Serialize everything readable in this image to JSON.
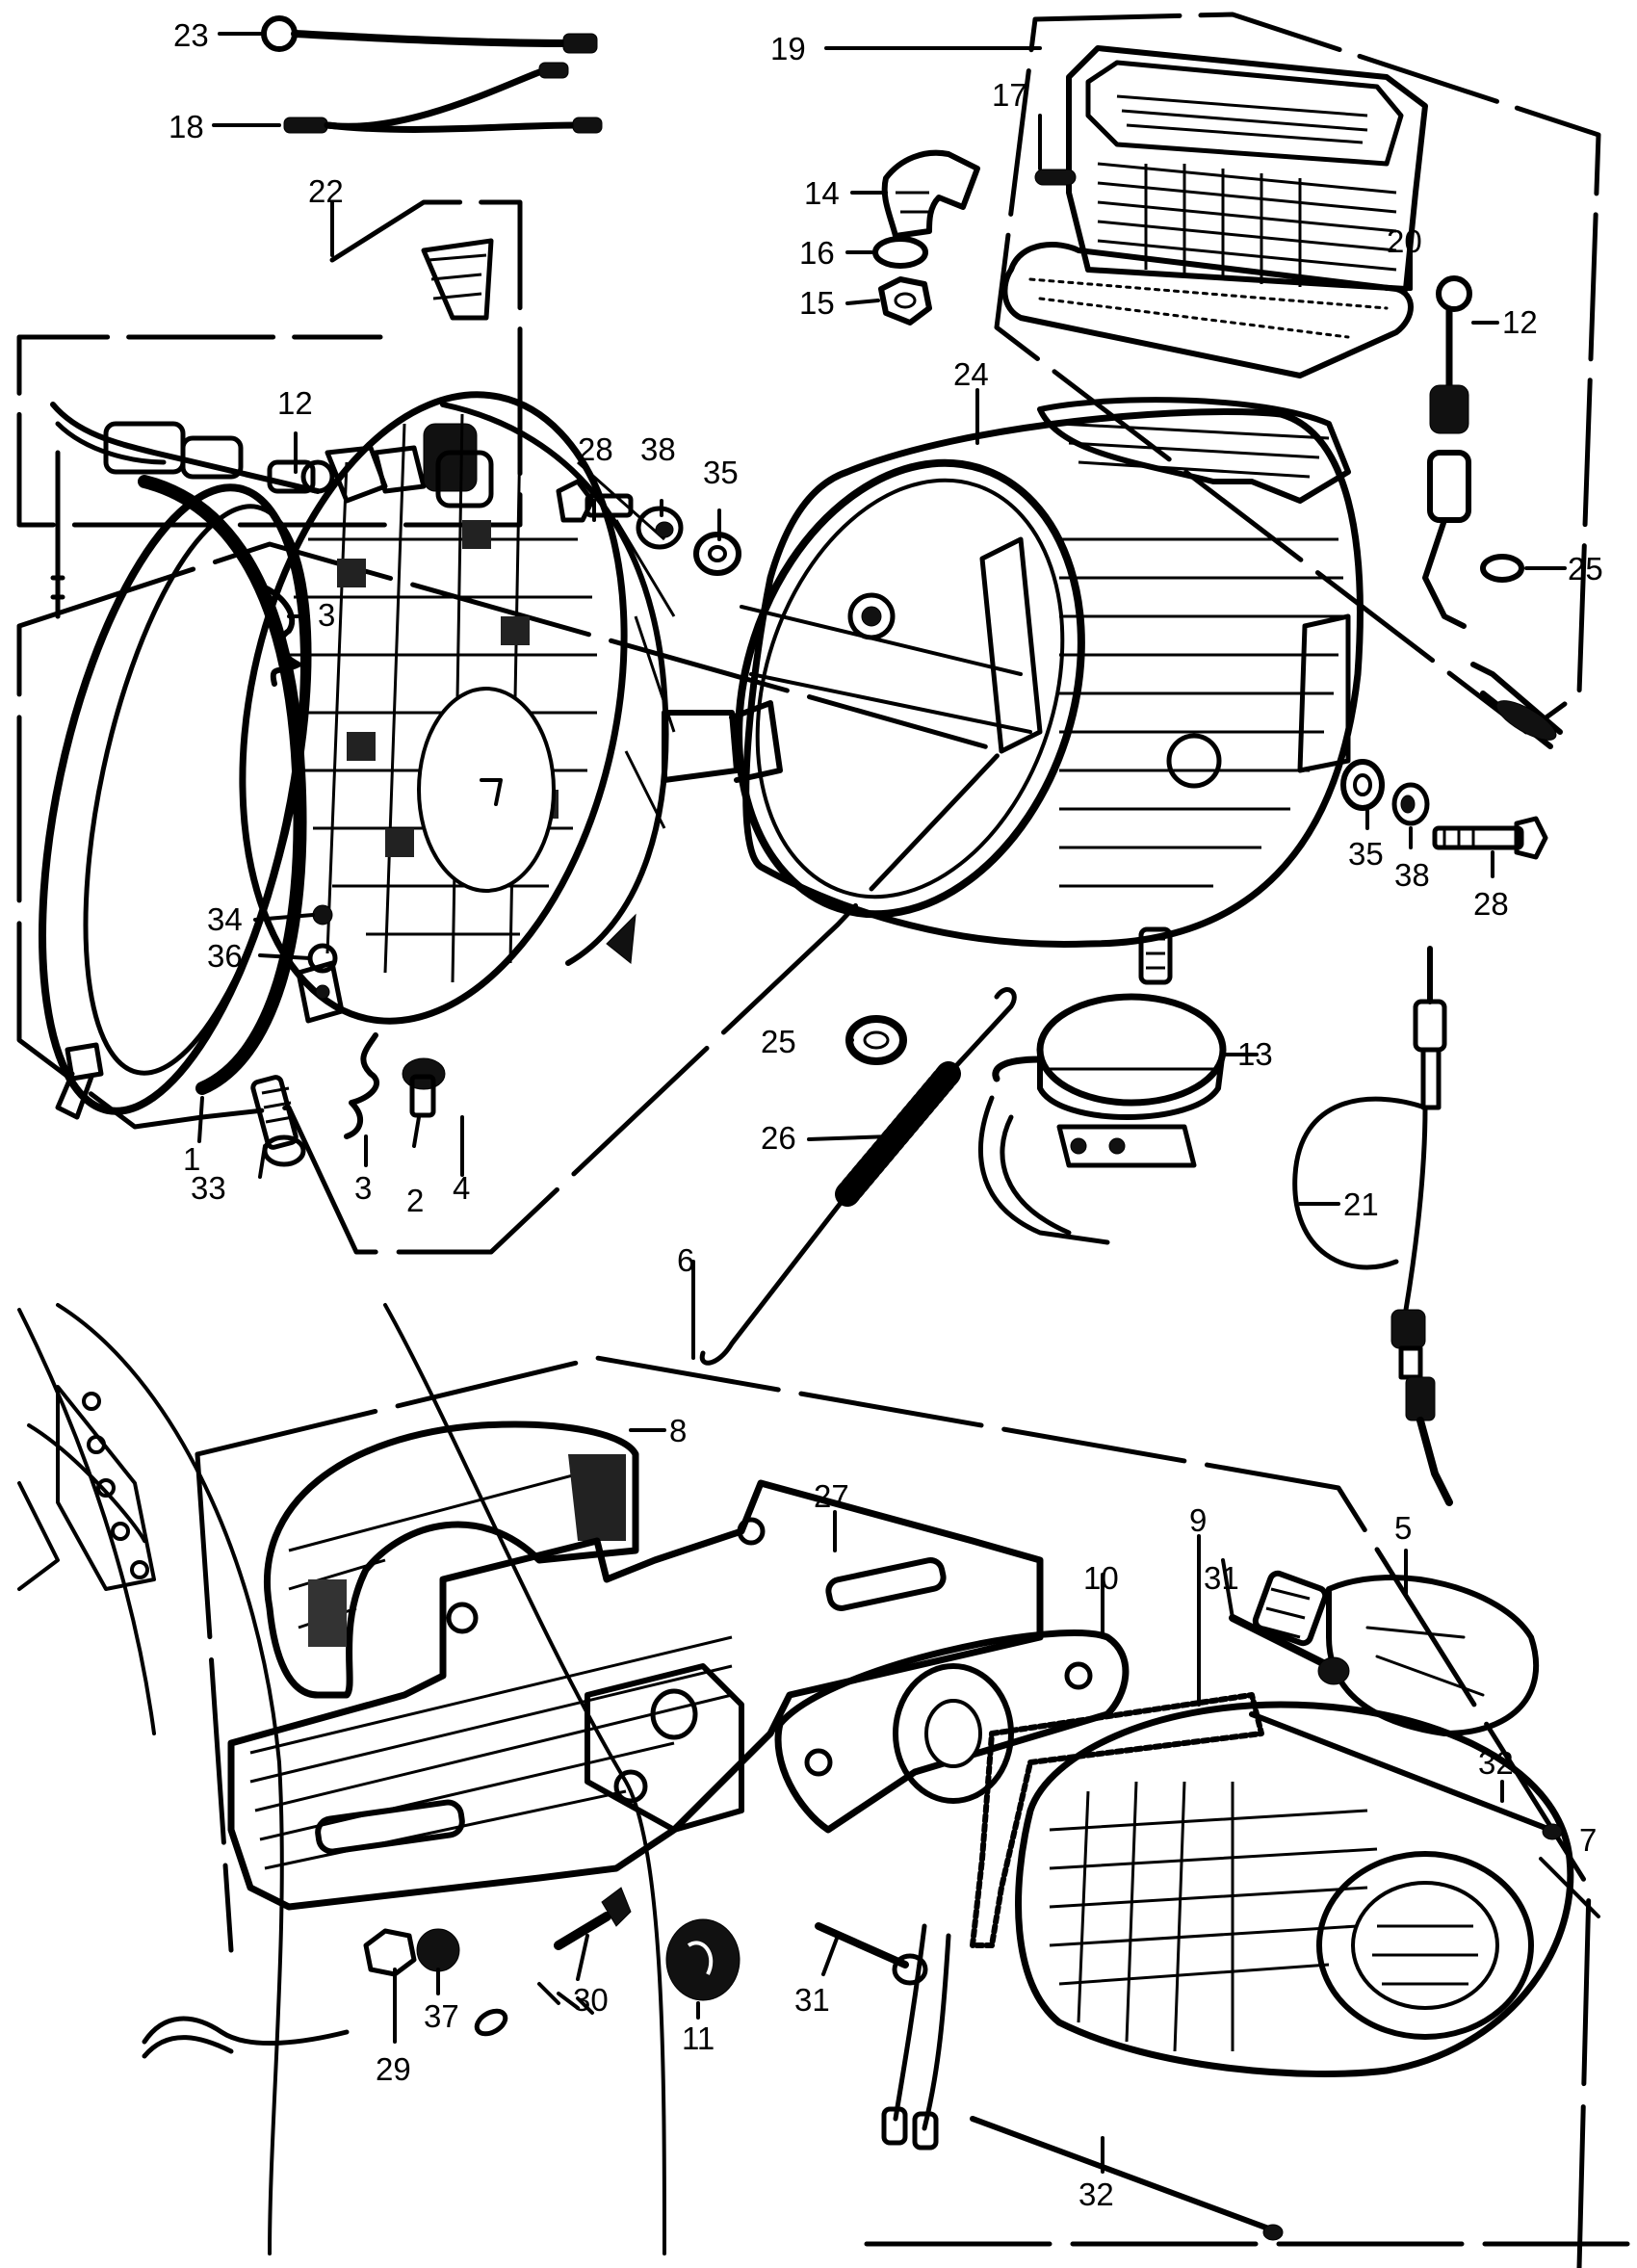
{
  "diagram": {
    "type": "exploded-parts-diagram",
    "ink_color": "#000000",
    "background_color": "#ffffff",
    "callouts": [
      "1",
      "2",
      "3",
      "3",
      "4",
      "5",
      "6",
      "7",
      "8",
      "9",
      "10",
      "11",
      "12",
      "12",
      "13",
      "14",
      "15",
      "16",
      "17",
      "18",
      "19",
      "20",
      "21",
      "22",
      "23",
      "24",
      "25",
      "25",
      "26",
      "27",
      "28",
      "28",
      "29",
      "30",
      "31",
      "31",
      "32",
      "32",
      "33",
      "34",
      "35",
      "35",
      "36",
      "37",
      "38",
      "38"
    ],
    "labels": {
      "l1": "1",
      "l2": "2",
      "l3a": "3",
      "l3b": "3",
      "l4": "4",
      "l5": "5",
      "l6": "6",
      "l7": "7",
      "l8": "8",
      "l9": "9",
      "l10": "10",
      "l11": "11",
      "l12a": "12",
      "l12b": "12",
      "l13": "13",
      "l14": "14",
      "l15": "15",
      "l16": "16",
      "l17": "17",
      "l18": "18",
      "l19": "19",
      "l20": "20",
      "l21": "21",
      "l22": "22",
      "l23": "23",
      "l24": "24",
      "l25a": "25",
      "l25b": "25",
      "l26": "26",
      "l27": "27",
      "l28a": "28",
      "l28b": "28",
      "l29": "29",
      "l30": "30",
      "l31a": "31",
      "l31b": "31",
      "l32a": "32",
      "l32b": "32",
      "l33": "33",
      "l34": "34",
      "l35a": "35",
      "l35b": "35",
      "l36": "36",
      "l37": "37",
      "l38a": "38",
      "l38b": "38"
    }
  }
}
